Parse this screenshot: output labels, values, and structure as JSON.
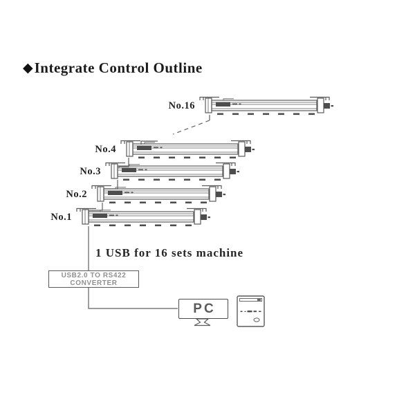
{
  "title": {
    "diamond_icon": "◆",
    "text": "Integrate Control Outline"
  },
  "machines": [
    {
      "id": "no16",
      "label": "No.16"
    },
    {
      "id": "no4",
      "label": "No.4"
    },
    {
      "id": "no3",
      "label": "No.3"
    },
    {
      "id": "no2",
      "label": "No.2"
    },
    {
      "id": "no1",
      "label": "No.1"
    }
  ],
  "caption": "1 USB for 16 sets machine",
  "converter": {
    "line1": "USB2.0 TO RS422",
    "line2": "CONVERTER"
  },
  "pc": {
    "label": "PC"
  },
  "icons": {
    "machine": "machine-rail-icon",
    "tower": "pc-tower-icon",
    "monitor_stand": "monitor-stand-icon"
  },
  "colors": {
    "background": "#ffffff",
    "line": "#5a5a5a",
    "label_text": "#222222",
    "converter_text": "#8f8f8f",
    "dark_part": "#4d4d4d"
  }
}
